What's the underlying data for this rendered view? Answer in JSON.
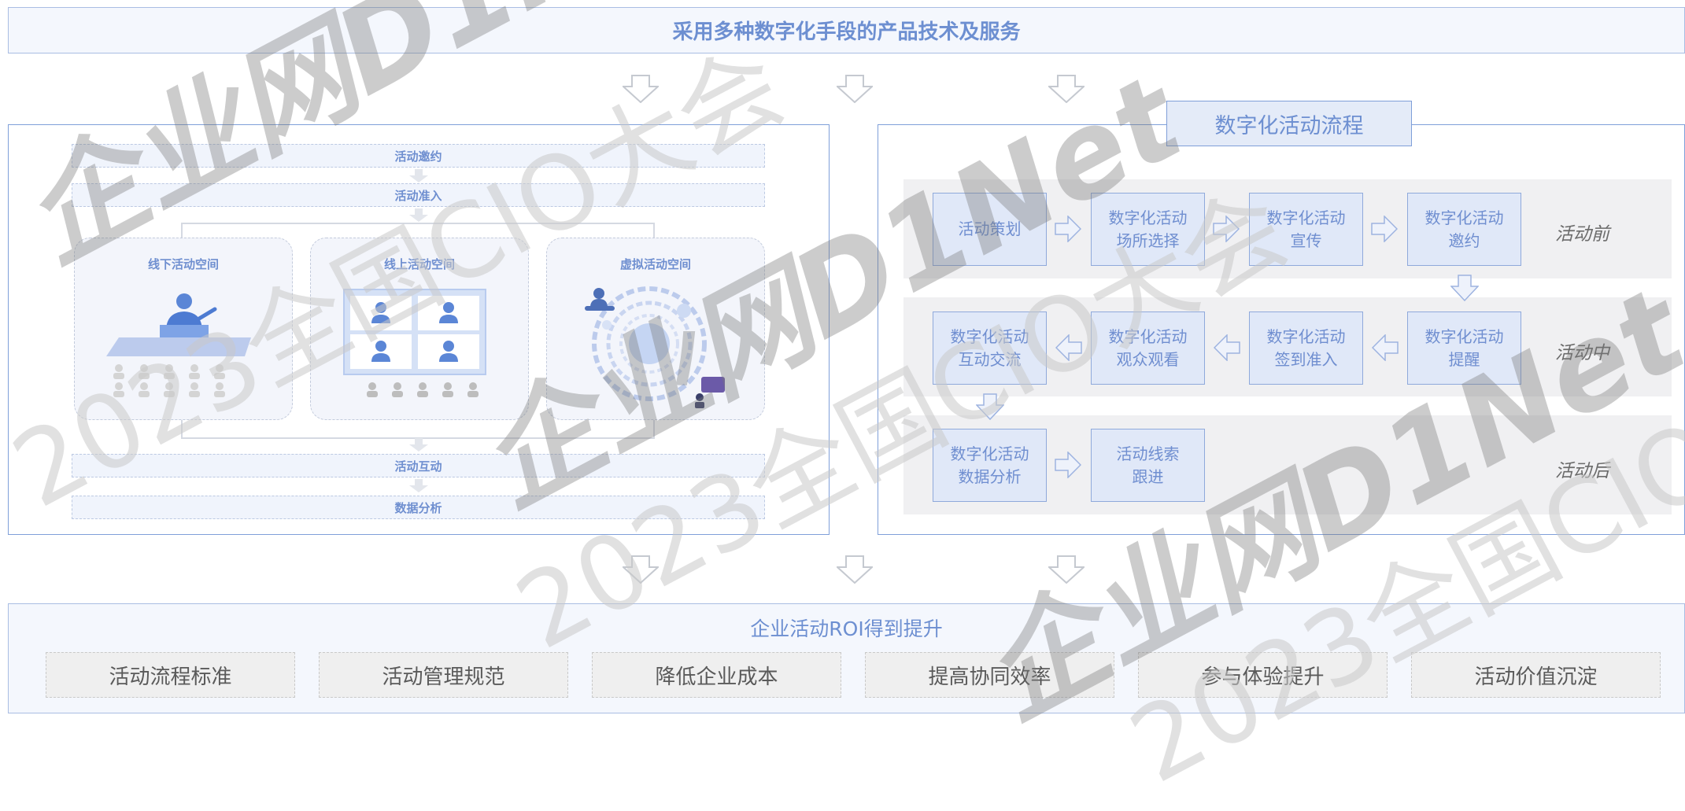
{
  "top_banner": {
    "title": "采用多种数字化手段的产品技术及服务"
  },
  "left_panel": {
    "bars": {
      "invite": "活动邀约",
      "admit": "活动准入",
      "interact": "活动互动",
      "analysis": "数据分析"
    },
    "spaces": [
      {
        "title": "线下活动空间",
        "icon": "speaker-podium-audience-icon"
      },
      {
        "title": "线上活动空间",
        "icon": "video-meeting-screen-icon"
      },
      {
        "title": "虚拟活动空间",
        "icon": "virtual-space-orbit-icon"
      }
    ]
  },
  "right_panel": {
    "title": "数字化活动流程",
    "stages": [
      "活动前",
      "活动中",
      "活动后"
    ],
    "steps": [
      "活动策划",
      "数字化活动\n场所选择",
      "数字化活动\n宣传",
      "数字化活动\n邀约",
      "数字化活动\n提醒",
      "数字化活动\n签到准入",
      "数字化活动\n观众观看",
      "数字化活动\n互动交流",
      "数字化活动\n数据分析",
      "活动线索\n跟进"
    ]
  },
  "bottom_panel": {
    "title": "企业活动ROI得到提升",
    "benefits": [
      "活动流程标准",
      "活动管理规范",
      "降低企业成本",
      "提高协同效率",
      "参与体验提升",
      "活动价值沉淀"
    ]
  },
  "watermark": {
    "logo": "企业网D1Net",
    "event": "2023全国CIO大会"
  },
  "colors": {
    "accent": "#6d8fd1",
    "panel_border": "#7f9fd9",
    "step_fill": "#e0e8f8",
    "stage_band": "#f0f0f2",
    "benefit_fill": "#efefef"
  }
}
